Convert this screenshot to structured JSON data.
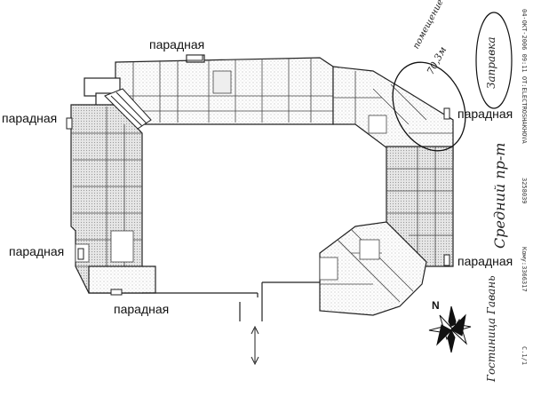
{
  "entrances": {
    "top": "парадная",
    "left_upper": "парадная",
    "left_lower": "парадная",
    "bottom": "парадная",
    "right_upper": "парадная",
    "right_lower": "парадная"
  },
  "annotations": {
    "room_note": "помещение",
    "room_area": "70,3м",
    "gas_station": "Заправка",
    "middle_street": "Средний пр-т",
    "hotel": "Гостиница Гавань"
  },
  "compass": {
    "north_label": "N"
  },
  "fax_header": {
    "date_line": "04-ОКТ-2006 09:11 ОТ:ELECTROSHAKHOVA",
    "phone": "3258039",
    "recipient": "Кому:3366317",
    "page": "С.1/1"
  }
}
